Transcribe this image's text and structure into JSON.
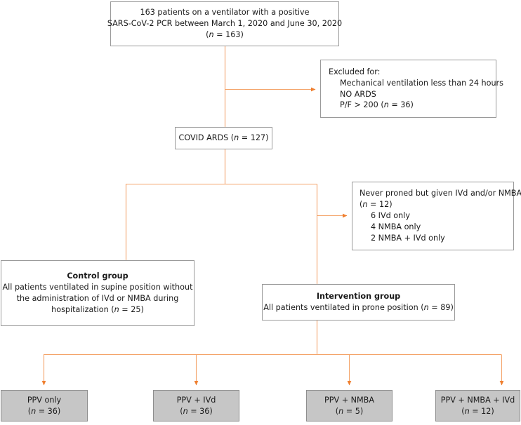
{
  "figure": {
    "type": "flowchart",
    "title": "Patient selection flow diagram",
    "colors": {
      "connector": "#f08a4b",
      "box_border": "#9a9a9a",
      "shaded_fill": "#c6c6c6",
      "background": "#ffffff",
      "text": "#1a1a1a"
    }
  },
  "nodes": {
    "screened": {
      "name": "screened-population",
      "lines": [
        "163 patients on a ventilator with a positive",
        "SARS-CoV-2 PCR between March 1, 2020 and June 30, 2020"
      ],
      "count_prefix": "(",
      "count_italic": "n",
      "count_suffix": " = 163)"
    },
    "excluded": {
      "name": "excluded-criteria",
      "heading": "Excluded for:",
      "items": [
        "Mechanical ventilation less than 24 hours",
        "NO ARDS"
      ],
      "last_item_prefix": "P/F > 200 (",
      "last_item_italic": "n",
      "last_item_suffix": " = 36)"
    },
    "covid_ards": {
      "name": "covid-ards",
      "label_prefix": "COVID ARDS (",
      "label_italic": "n",
      "label_suffix": " = 127)"
    },
    "never_proned": {
      "name": "never-proned",
      "heading": "Never proned but given IVd and/or NMBA",
      "count_prefix": "(",
      "count_italic": "n",
      "count_suffix": " = 12)",
      "items": [
        "6 IVd only",
        "4 NMBA only",
        "2 NMBA + IVd only"
      ]
    },
    "control": {
      "name": "control-group",
      "title": "Control group",
      "lines": [
        "All patients ventilated in supine position without",
        "the administration of IVd or NMBA during"
      ],
      "last_line_prefix": "hospitalization (",
      "last_line_italic": "n",
      "last_line_suffix": " = 25)"
    },
    "intervention": {
      "name": "intervention-group",
      "title": "Intervention group",
      "line_prefix": "All patients ventilated in prone position (",
      "line_italic": "n",
      "line_suffix": " = 89)"
    },
    "outcomes": [
      {
        "name": "ppv-only",
        "label": "PPV only",
        "count_prefix": "(",
        "count_italic": "n",
        "count_suffix": " = 36)"
      },
      {
        "name": "ppv-plus-ivd",
        "label": "PPV + IVd",
        "count_prefix": "(",
        "count_italic": "n",
        "count_suffix": " = 36)"
      },
      {
        "name": "ppv-plus-nmba",
        "label": "PPV + NMBA",
        "count_prefix": "(",
        "count_italic": "n",
        "count_suffix": " = 5)"
      },
      {
        "name": "ppv-plus-nmba-plus-ivd",
        "label": "PPV + NMBA + IVd",
        "count_prefix": "(",
        "count_italic": "n",
        "count_suffix": " = 12)"
      }
    ]
  }
}
